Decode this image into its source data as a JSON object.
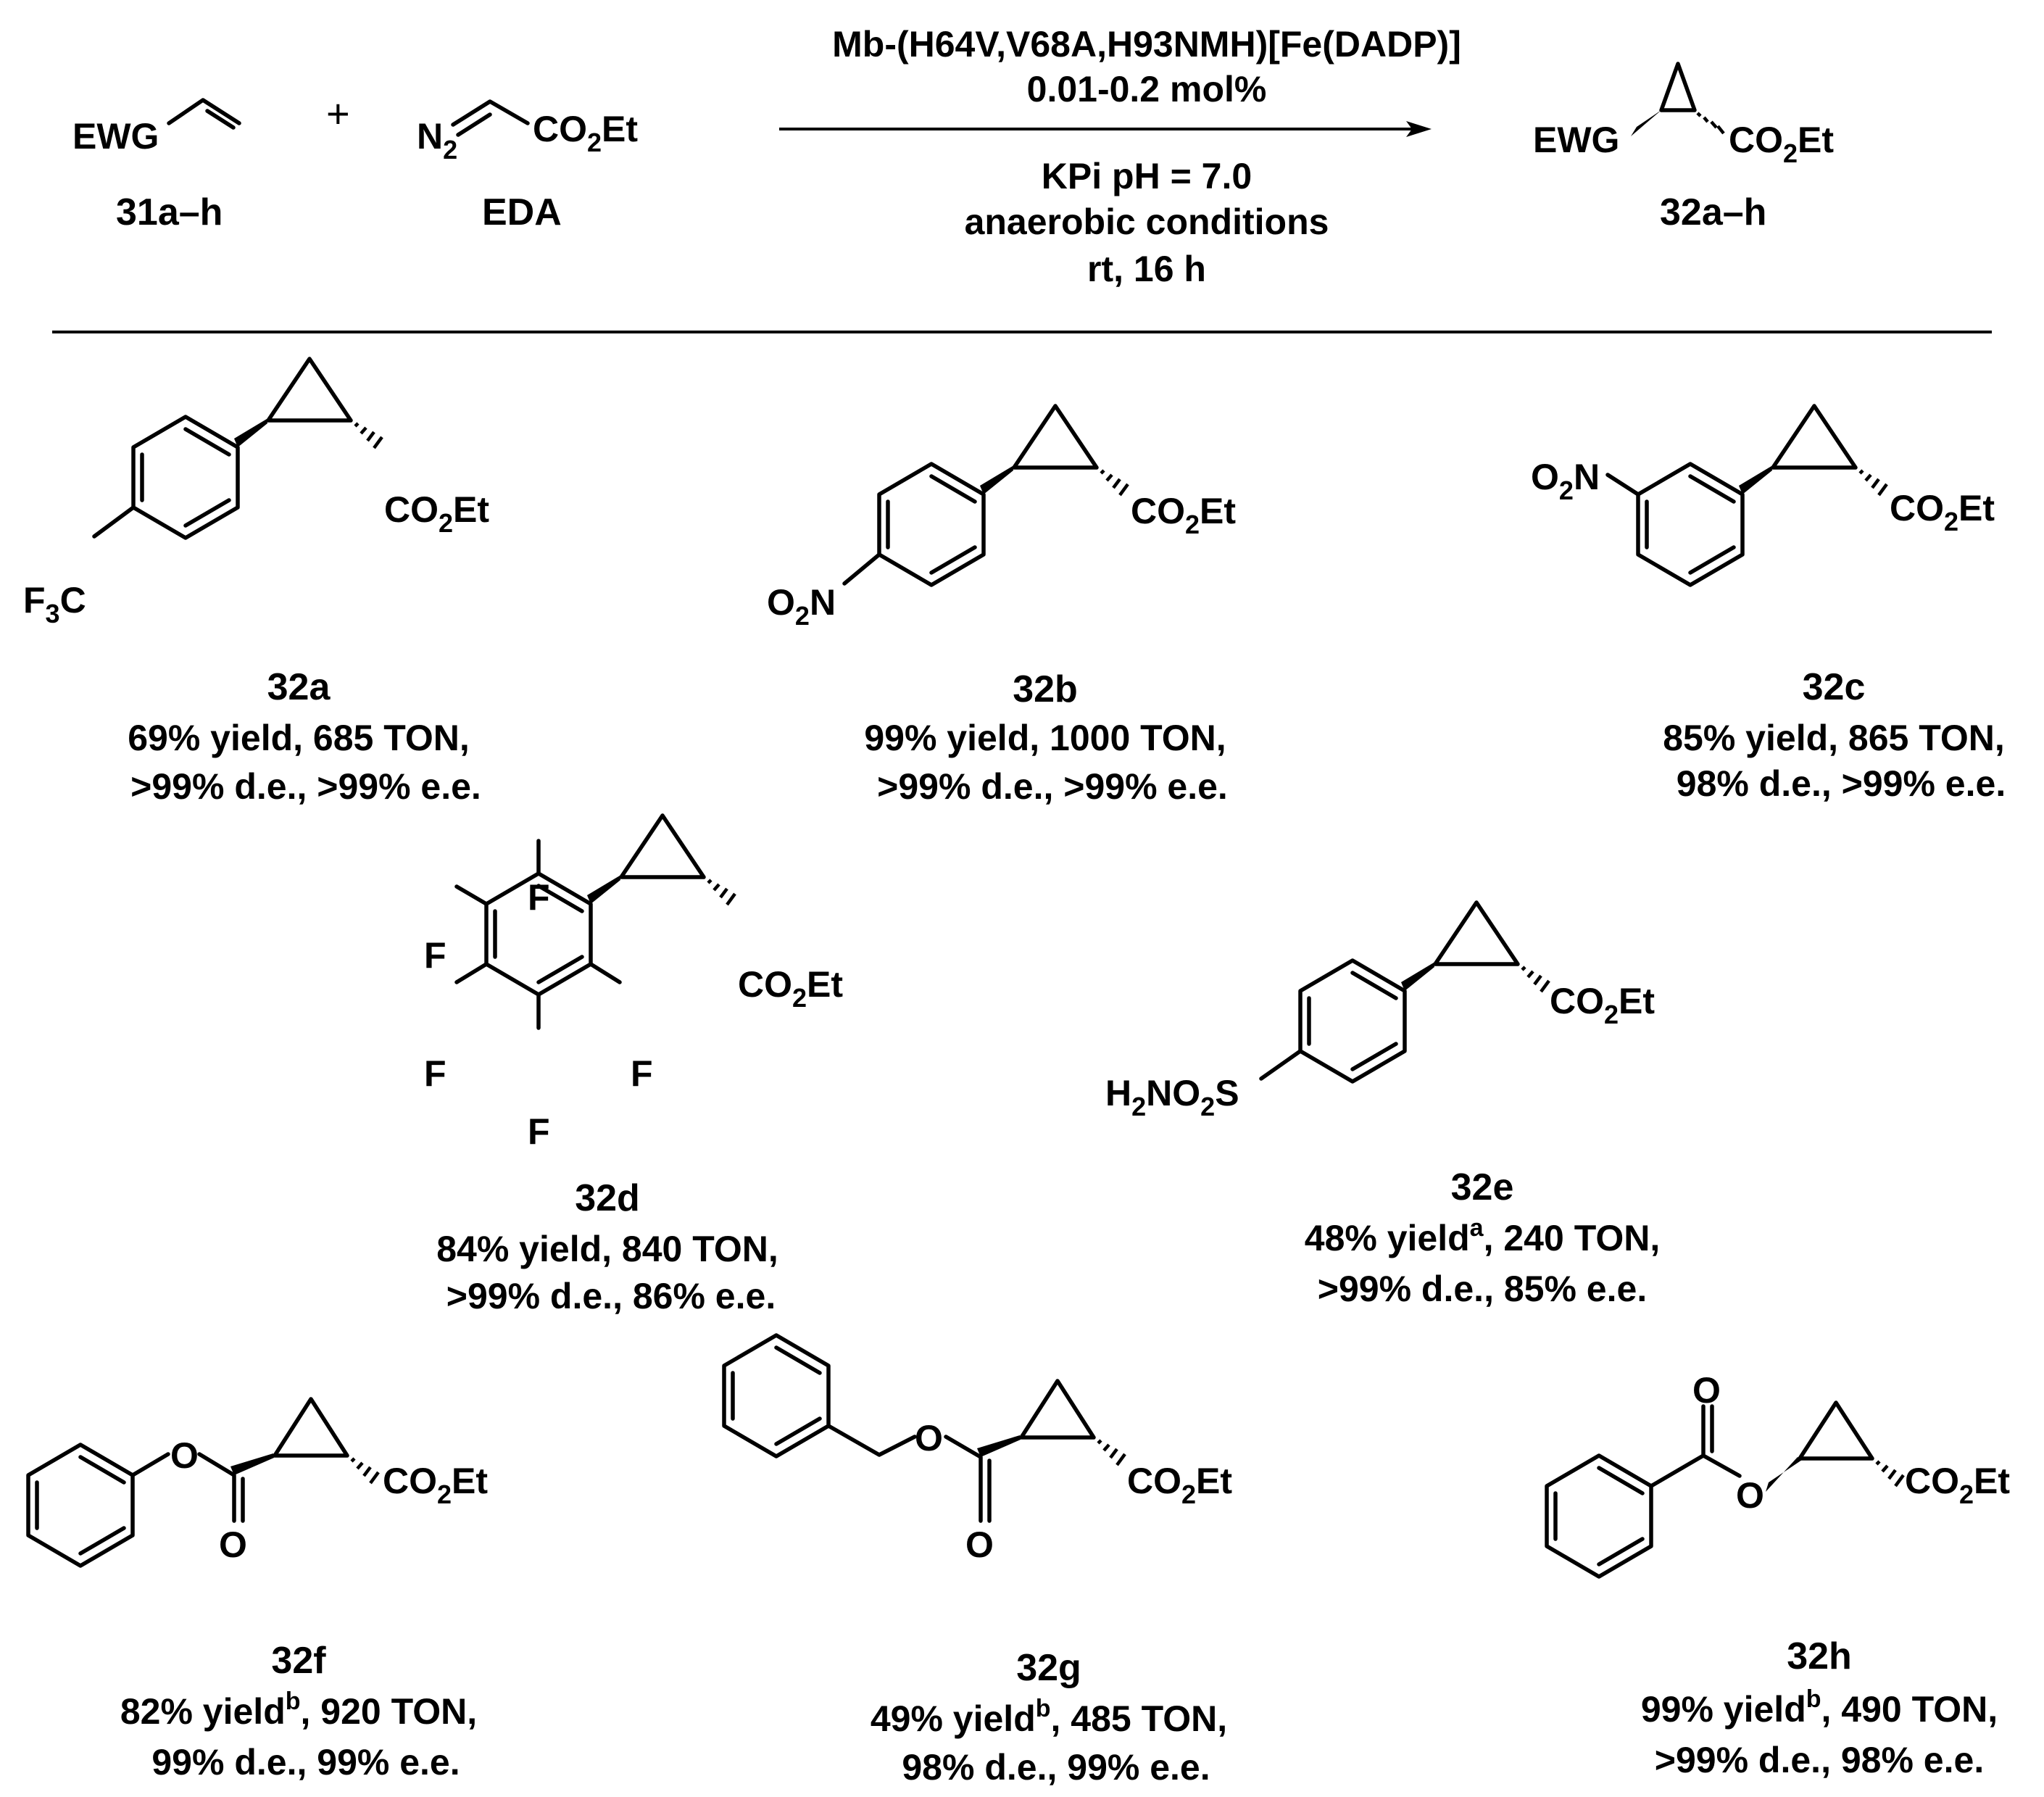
{
  "header": {
    "reactant1": {
      "group": "EWG",
      "id": "31a–h"
    },
    "plus": "+",
    "reagent": {
      "n2": "N",
      "n2_sub": "2",
      "ester_co": "CO",
      "ester_sub": "2",
      "ester_et": "Et",
      "id": "EDA"
    },
    "product": {
      "group": "EWG",
      "ester_co": "CO",
      "ester_sub": "2",
      "ester_et": "Et",
      "id": "32a–h"
    },
    "conditions": {
      "catalyst": "Mb-(H64V,V68A,H93NMH)[Fe(DADP)]",
      "loading": "0.01-0.2 mol%",
      "buffer": "KPi pH = 7.0",
      "atmosphere": "anaerobic conditions",
      "time": "rt, 16 h"
    }
  },
  "labels": {
    "co": "CO",
    "two": "2",
    "et": "Et",
    "f": "F",
    "o": "O",
    "n": "N",
    "c": "C",
    "three": "3",
    "s": "S",
    "h": "H"
  },
  "compounds": [
    {
      "id": "32a",
      "stats1": "69% yield, 685 TON,",
      "stats2": ">99% d.e., >99% e.e."
    },
    {
      "id": "32b",
      "stats1": "99% yield, 1000 TON,",
      "stats2": ">99% d.e., >99% e.e."
    },
    {
      "id": "32c",
      "stats1": "85% yield, 865 TON,",
      "stats2": "98% d.e., >99% e.e."
    },
    {
      "id": "32d",
      "stats1": "84% yield, 840 TON,",
      "stats2": ">99% d.e., 86% e.e."
    },
    {
      "id": "32e",
      "yield": "48% yield",
      "note": "a",
      "rest": ", 240 TON,",
      "stats2": ">99% d.e., 85% e.e."
    },
    {
      "id": "32f",
      "yield": "82% yield",
      "note": "b",
      "rest": ", 920 TON,",
      "stats2": "99% d.e., 99% e.e."
    },
    {
      "id": "32g",
      "yield": "49% yield",
      "note": "b",
      "rest": ", 485 TON,",
      "stats2": "98% d.e., 99% e.e."
    },
    {
      "id": "32h",
      "yield": "99% yield",
      "note": "b",
      "rest": ", 490 TON,",
      "stats2": ">99% d.e., 98% e.e."
    }
  ]
}
